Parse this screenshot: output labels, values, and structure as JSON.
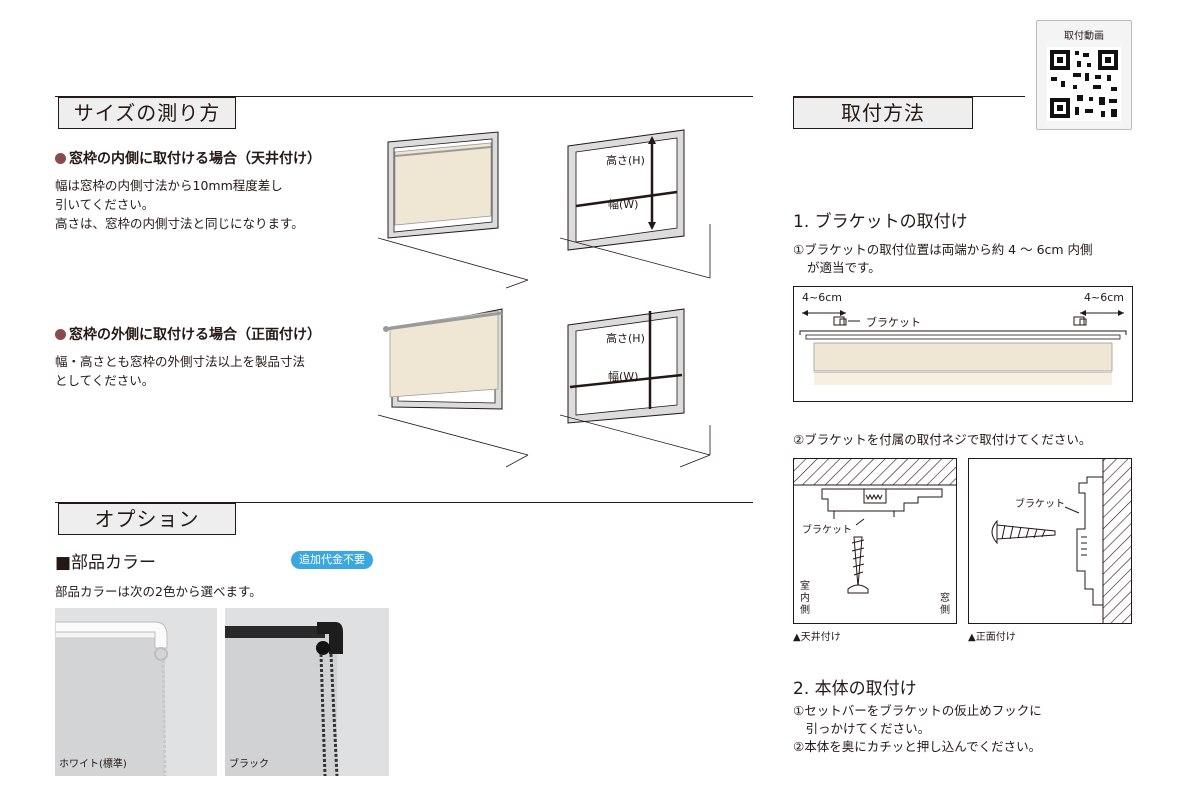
{
  "measure": {
    "section_title": "サイズの測り方",
    "inside": {
      "heading": "窓枠の内側に取付ける場合（天井付け）",
      "lines": [
        "幅は窓枠の内側寸法から10mm程度差し",
        "引いてください。",
        "高さは、窓枠の内側寸法と同じになります。"
      ]
    },
    "outside": {
      "heading": "窓枠の外側に取付ける場合（正面付け）",
      "lines": [
        "幅・高さとも窓枠の外側寸法以上を製品寸法",
        "としてください。"
      ]
    },
    "height_label": "高さ(H)",
    "width_label": "幅(W)"
  },
  "option": {
    "section_title": "オプション",
    "parts_heading": "■部品カラー",
    "badge": "追加代金不要",
    "description": "部品カラーは次の2色から選べます。",
    "colors": [
      {
        "label": "ホワイト(標準)"
      },
      {
        "label": "ブラック"
      }
    ]
  },
  "install": {
    "section_title": "取付方法",
    "qr_label": "取付動画",
    "step1": {
      "title": "1. ブラケットの取付け",
      "lines": [
        "①ブラケットの取付位置は両端から約 4 ～ 6cm 内側",
        "が適当です。"
      ],
      "dim_left": "4~6cm",
      "dim_right": "4~6cm",
      "bracket_label": "ブラケット",
      "screw_note": "②ブラケットを付属の取付ネジで取付けてください。",
      "ceiling_bracket": "ブラケット",
      "indoor": "室内側",
      "window": "窓側",
      "wall_bracket": "ブラケット",
      "caption_ceiling": "▲天井付け",
      "caption_front": "▲正面付け"
    },
    "step2": {
      "title": "2. 本体の取付け",
      "lines": [
        "①セットバーをブラケットの仮止めフックに",
        "　引っかけてください。",
        "②本体を奥にカチッと押し込んでください。"
      ]
    }
  },
  "colors": {
    "text": "#231815",
    "title_bg": "#eeeeee",
    "shade": "#efe7d3",
    "frame": "#8c8c8c",
    "badge": "#3aa7df",
    "bullet": "#8c4b4b"
  }
}
